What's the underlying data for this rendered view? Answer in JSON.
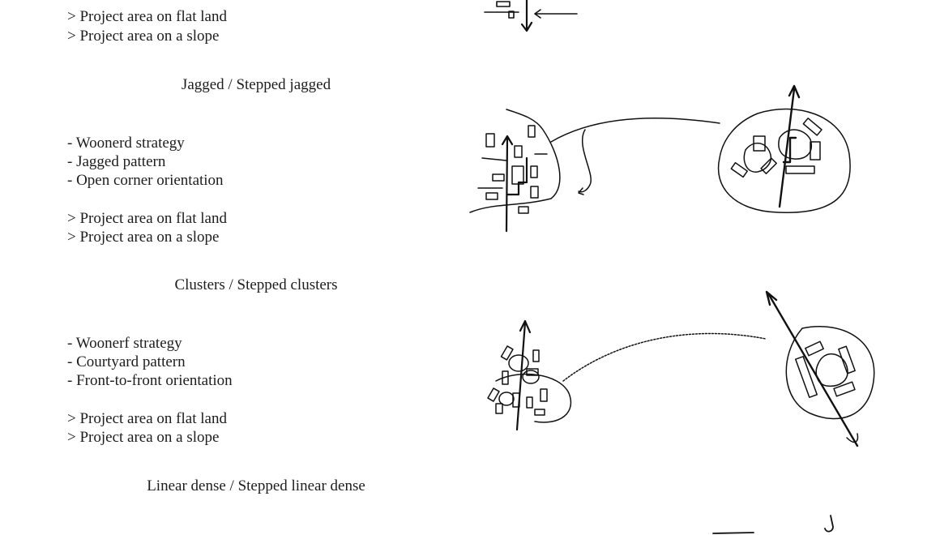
{
  "sections": [
    {
      "heading": null,
      "features": [],
      "terrain": [
        "> Project area on flat land",
        "> Project area on a slope"
      ]
    },
    {
      "heading": "Jagged / Stepped jagged",
      "features": [
        "- Woonerd strategy",
        "- Jagged pattern",
        "- Open corner orientation"
      ],
      "terrain": [
        "> Project area on flat land",
        "> Project area on a slope"
      ]
    },
    {
      "heading": "Clusters / Stepped clusters",
      "features": [
        "- Woonerf  strategy",
        "- Courtyard pattern",
        "- Front-to-front orientation"
      ],
      "terrain": [
        "> Project area on flat land",
        "> Project area on a slope"
      ]
    },
    {
      "heading": "Linear dense / Stepped linear dense",
      "features": [],
      "terrain": []
    }
  ],
  "colors": {
    "accent": "#e07561",
    "ink": "#111111"
  }
}
